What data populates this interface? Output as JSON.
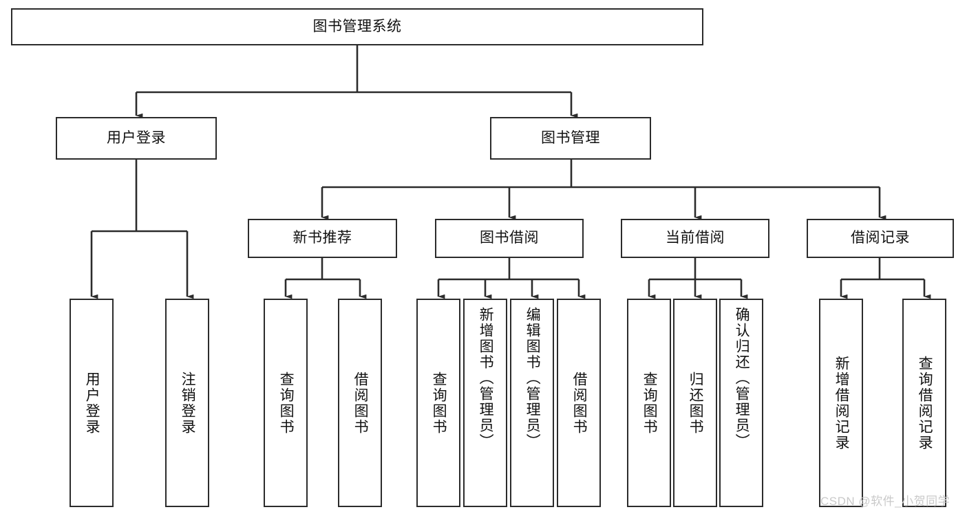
{
  "diagram": {
    "type": "hierarchy-tree",
    "title": "图书管理系统",
    "orientation": "top-down",
    "watermark": "CSDN @软件_小贺同学",
    "colors": {
      "box_border": "#2b2b2b",
      "box_fill": "#ffffff",
      "connector": "#2b2b2b",
      "text": "#111111",
      "watermark": "#c9c9c9",
      "background": "#ffffff"
    },
    "nodes": {
      "root": {
        "label": "图书管理系统",
        "level": 0
      },
      "user_login": {
        "label": "用户登录",
        "level": 1
      },
      "book_manage": {
        "label": "图书管理",
        "level": 1
      },
      "new_book_rec": {
        "label": "新书推荐",
        "level": 2
      },
      "book_borrow": {
        "label": "图书借阅",
        "level": 2
      },
      "current_borrow": {
        "label": "当前借阅",
        "level": 2
      },
      "borrow_record": {
        "label": "借阅记录",
        "level": 2
      },
      "leaf_user_login": {
        "label": "用户登录",
        "level": 3,
        "parent": "user_login"
      },
      "leaf_logout": {
        "label": "注销登录",
        "level": 3,
        "parent": "user_login"
      },
      "leaf_query_book_1": {
        "label": "查询图书",
        "level": 3,
        "parent": "new_book_rec"
      },
      "leaf_borrow_book_1": {
        "label": "借阅图书",
        "level": 3,
        "parent": "new_book_rec"
      },
      "leaf_query_book_2": {
        "label": "查询图书",
        "level": 3,
        "parent": "book_borrow"
      },
      "leaf_add_book": {
        "label": "新增图书（管理员）",
        "level": 3,
        "parent": "book_borrow"
      },
      "leaf_edit_book": {
        "label": "编辑图书（管理员）",
        "level": 3,
        "parent": "book_borrow"
      },
      "leaf_borrow_book_2": {
        "label": "借阅图书",
        "level": 3,
        "parent": "book_borrow"
      },
      "leaf_query_book_3": {
        "label": "查询图书",
        "level": 3,
        "parent": "current_borrow"
      },
      "leaf_return_book": {
        "label": "归还图书",
        "level": 3,
        "parent": "current_borrow"
      },
      "leaf_confirm_return": {
        "label": "确认归还（管理员）",
        "level": 3,
        "parent": "current_borrow"
      },
      "leaf_add_record": {
        "label": "新增借阅记录",
        "level": 3,
        "parent": "borrow_record"
      },
      "leaf_query_record": {
        "label": "查询借阅记录",
        "level": 3,
        "parent": "borrow_record"
      }
    }
  }
}
